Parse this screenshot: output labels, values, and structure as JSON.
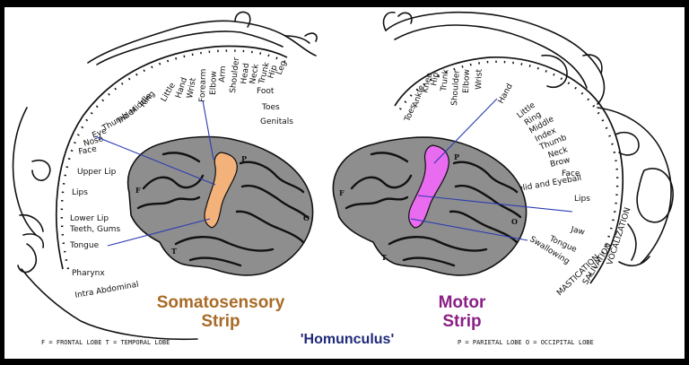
{
  "title": "'Homunculus'",
  "colors": {
    "background": "#ffffff",
    "frame": "#000000",
    "sensory_strip": "#f2b27a",
    "motor_strip": "#e86bf0",
    "sensory_caption": "#a86a26",
    "motor_caption": "#8a1f86",
    "title_color": "#1f2a78",
    "pointer_lines": "#2a3bb3"
  },
  "sensory": {
    "caption_line1": "Somatosensory",
    "caption_line2": "Strip",
    "labels": [
      "Genitals",
      "Toes",
      "Foot",
      "Leg",
      "Hip",
      "Trunk",
      "Neck",
      "Head",
      "Shoulder",
      "Arm",
      "Elbow",
      "Forearm",
      "Wrist",
      "Hand",
      "Little",
      "Ring",
      "Middle",
      "Index",
      "Thumb",
      "Eye",
      "Nose",
      "Face",
      "Upper Lip",
      "Lips",
      "Lower Lip",
      "Teeth, Gums",
      "Tongue",
      "Pharynx",
      "Intra Abdominal"
    ]
  },
  "motor": {
    "caption_line1": "Motor",
    "caption_line2": "Strip",
    "labels": [
      "Toes",
      "Ankle",
      "Knee",
      "Hip",
      "Trunk",
      "Shoulder",
      "Elbow",
      "Wrist",
      "Hand",
      "Little",
      "Ring",
      "Middle",
      "Index",
      "Thumb",
      "Neck",
      "Brow",
      "Eyelid and Eyeball",
      "Face",
      "Lips",
      "Jaw",
      "Tongue",
      "Swallowing",
      "MASTICATION",
      "SALIVATION",
      "VOCALIZATION"
    ]
  },
  "brain_letters": {
    "frontal": "F",
    "parietal": "P",
    "temporal": "T",
    "occipital": "O"
  },
  "footer": {
    "left": "F = FRONTAL LOBE   T = TEMPORAL LOBE",
    "right": "P = PARIETAL LOBE   O = OCCIPITAL LOBE"
  }
}
